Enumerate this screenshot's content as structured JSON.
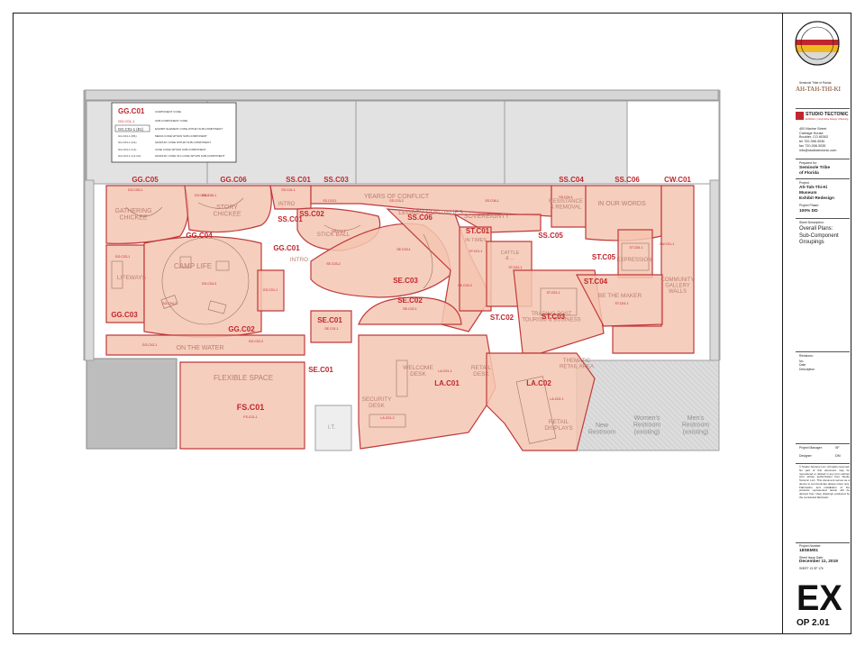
{
  "title_block": {
    "client_subtitle": "Seminole Tribe of Florida",
    "museum_logo_text": "AH-TAH-THI-KI",
    "firm_name": "STUDIO TECTONIC",
    "firm_tagline": "Exhibition | Interpretive Design | Planning",
    "firm_address": "400 Marine Street\nCarriage House\nBoulder, CO 80302\ntel 720.398.3030\nfax 720.398.3035\ninfo@studiotectonic.com",
    "prepared_for_label": "Prepared for:",
    "prepared_for": "Seminole Tribe\nof Florida",
    "project_label": "Project:",
    "project": "Ah-Tah-Thi-Ki\nMuseum\nExhibit Redesign",
    "phase_label": "Project Phase:",
    "phase": "100% DD",
    "sheet_desc_label": "Sheet Description:",
    "sheet_desc": "Overall Plans:\nSub-Component\nGroupings",
    "revisions_label": "Revisions:",
    "revisions_cols": "No.\nDate\nDescription",
    "manager_label": "Project Manager:",
    "manager": "SF",
    "designer_label": "Designer:",
    "designer": "DM",
    "copyright": "© Studio Tectonic LLC. All rights reserved. No part of this document may be reproduced or utilized in any form without prior written authorization from Studio Tectonic LLC. This document serves as a device to communicate design intent only. Fabrication and installation of the products represented herein will be derived from shop drawings produced by the contracted fabricator.",
    "project_number_label": "Project Number:",
    "project_number": "18SEM01",
    "issue_date_label": "Sheet Issue Date:",
    "issue_date": "December 11, 2019",
    "sheet_count": "SHEET 13 OF 176",
    "sheet_code": "EX",
    "sheet_number": "OP 2.01"
  },
  "legend": {
    "component_sample": "GG.C01",
    "component_desc": "COMPONENT CODE",
    "sub_sample": "GG.C01-1",
    "sub_desc": "SUB-COMPONENT CODE",
    "exhibit_sample": "GG.C01-1 (E1)",
    "exhibit_desc": "EXHIBIT ELEMENT CODE WITHIN SUB-COMPONENT",
    "media_sample": "GG.C01-1 (M1)",
    "media_desc": "MEDIA CODE WITHIN SUB-COMPONENT",
    "graphic_sample": "GG.C01-1 (G1)",
    "graphic_desc": "GRAPHIC CODE WITHIN SUB-COMPONENT",
    "case_sample": "GG.C01-1 (C1)",
    "case_desc": "CASE CODE WITHIN SUB-COMPONENT",
    "graphic_case_sample": "GG.C01-1 (C1-G1)",
    "graphic_case_desc": "GRAPHIC CODE IN A CASE WITHIN SUB-COMPONENT"
  },
  "component_codes": {
    "gg05": "GG.C05",
    "gg06": "GG.C06",
    "ss01": "SS.C01",
    "ss03": "SS.C03",
    "ss04": "SS.C04",
    "ss06": "SS.C06",
    "cw01": "CW.C01",
    "ss02": "SS.C02",
    "ss06b": "SS.C06",
    "st01": "ST.C01",
    "ss05": "SS.C05",
    "gg04": "GG.C04",
    "gg01": "GG.C01",
    "st05": "ST.C05",
    "se03": "SE.C03",
    "gg03": "GG.C03",
    "se02": "SE.C02",
    "st04": "ST.C04",
    "se01a": "SE.C01",
    "st02": "ST.C02",
    "st03": "ST.C03",
    "gg02": "GG.C02",
    "se01b": "SE.C01",
    "la01": "LA.C01",
    "la02": "LA.C02",
    "fs01": "FS.C01"
  },
  "sub_codes": {
    "gg05": "GG.C05-1",
    "gg06": "GG.C06-1",
    "ss01": "SS.C01-1",
    "ss03": "SS.C03-1",
    "ss03b": "SS.C03-2",
    "ss06": "SS.C06-1",
    "ss04": "SS.C04-1",
    "cw01": "CW.C01-1",
    "ss02": "SS.C02-1",
    "st01": "ST.C01-1",
    "gg04a": "GG.C04-1",
    "gg04b": "GG.C04-2",
    "gg04c": "GG.C04-3",
    "gg03": "GG.C03-1",
    "gg01": "GG.C01-1",
    "se03a": "SE.C03-1",
    "se03b": "SE.C03-2",
    "se03c": "SE.C03-3",
    "se02": "SE.C02-1",
    "st02": "ST.C02-1",
    "st05": "ST.C05-1",
    "st03": "ST.C03-1",
    "st04": "ST.C04-1",
    "gg02a": "GG.C02-1",
    "gg02b": "GG.C02-2",
    "se01": "SE.C01-1",
    "la01": "LA.C01-1",
    "la01b": "LA.C01-2",
    "la02": "LA.C02-1",
    "fs01": "FS.C01-1"
  },
  "area_labels": {
    "gathering": "GATHERING\nCHICKEE",
    "story": "STORY\nCHICKEE",
    "intro": "INTRO",
    "years": "YEARS OF CONFLICT",
    "legacy": "LEGACY CONTINUES",
    "sovereignty": "SOVEREIGNTY",
    "resistance": "RESISTANCE\n& REMOVAL",
    "words": "IN OUR WORDS",
    "camp": "CAMP LIFE",
    "lifeways": "LIFEWAYS",
    "stick": "STICK BALL",
    "intro2": "INTRO",
    "in_times": "IN TIMES",
    "cattle": "CATTLE\n& ...",
    "expression": "EXPRESSION",
    "community": "COMMUNITY\nGALLERY\nWALLS",
    "be_maker": "BE THE MAKER",
    "trading": "TRADING POST\nTOURISM & BUSINESS",
    "thematic": "THEMATIC\nRETAIL AREA",
    "water": "ON THE WATER",
    "flexible": "FLEXIBLE SPACE",
    "welcome": "WELCOME\nDESK",
    "retail_desk": "RETAIL\nDESK",
    "security": "SECURITY\nDESK",
    "retail_displays": "RETAIL\nDISPLAYS",
    "new_restroom": "New\nRestroom",
    "women_restroom": "Women's\nRestroom\n(existing)",
    "men_restroom": "Men's\nRestroom\n(existing)",
    "it": "I.T."
  },
  "colors": {
    "zone_fill": "#f4c6b2",
    "zone_stroke": "#c0393b",
    "code_red": "#c0262d",
    "wall": "#8c8c8c",
    "wall_fill": "#d9d9d9",
    "area_text": "#b87e70"
  }
}
